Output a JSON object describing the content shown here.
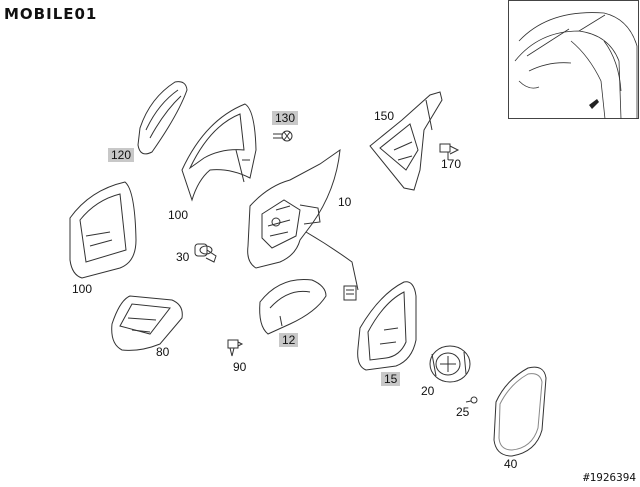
{
  "brand": {
    "logo_text": "MOBILE01",
    "watermark": "#1926394"
  },
  "labels": [
    {
      "id": "120",
      "text": "120",
      "boxed": true
    },
    {
      "id": "100a",
      "text": "100",
      "boxed": false
    },
    {
      "id": "130",
      "text": "130",
      "boxed": true
    },
    {
      "id": "150",
      "text": "150",
      "boxed": false
    },
    {
      "id": "170",
      "text": "170",
      "boxed": false
    },
    {
      "id": "10",
      "text": "10",
      "boxed": false
    },
    {
      "id": "100b",
      "text": "100",
      "boxed": false
    },
    {
      "id": "30",
      "text": "30",
      "boxed": false
    },
    {
      "id": "12",
      "text": "12",
      "boxed": true
    },
    {
      "id": "80",
      "text": "80",
      "boxed": false
    },
    {
      "id": "90",
      "text": "90",
      "boxed": false
    },
    {
      "id": "15",
      "text": "15",
      "boxed": true
    },
    {
      "id": "20",
      "text": "20",
      "boxed": false
    },
    {
      "id": "25",
      "text": "25",
      "boxed": false
    },
    {
      "id": "40",
      "text": "40",
      "boxed": false
    }
  ]
}
